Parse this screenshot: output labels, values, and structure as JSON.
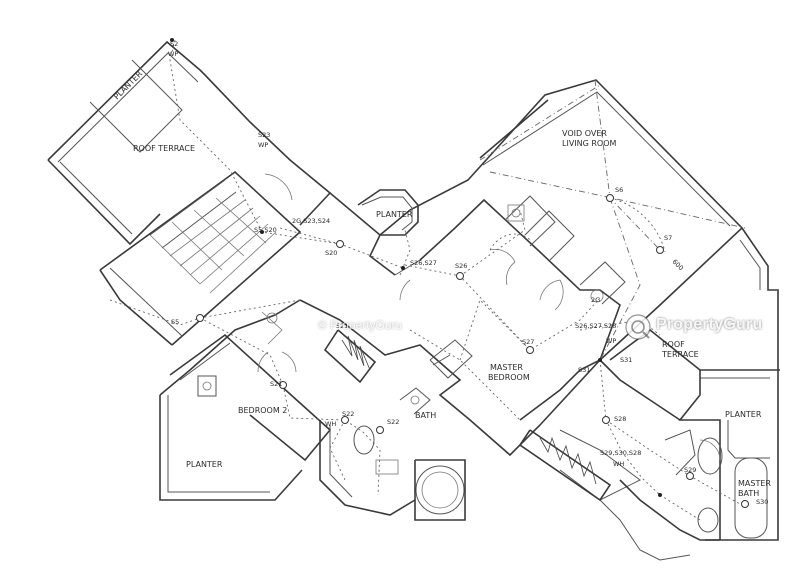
{
  "rooms": {
    "roof_terrace_top": "ROOF TERRACE",
    "planter_top": "PLANTER",
    "void_line1": "VOID OVER",
    "void_line2": "LIVING ROOM",
    "planter_mid": "PLANTER",
    "master_bedroom_line1": "MASTER",
    "master_bedroom_line2": "BEDROOM",
    "roof_terrace_right_line1": "ROOF",
    "roof_terrace_right_line2": "TERRACE",
    "bedroom2": "BEDROOM 2",
    "bath": "BATH",
    "planter_left": "PLANTER",
    "planter_right": "PLANTER",
    "master_bath_line1": "MASTER",
    "master_bath_line2": "BATH"
  },
  "switch_labels": {
    "s2_top": "S2",
    "wp_top": "WP",
    "s23_group": "S23",
    "wp_mid": "WP",
    "s5_s20": "S5,S20",
    "g2_s23_s24": "2G S23,S24",
    "s20": "S20",
    "s26_s27": "S26,S27",
    "s26": "S26",
    "s6": "S6",
    "s7": "S7",
    "s5": "S5",
    "s21_top": "S21",
    "s27": "S27",
    "s26_s27_s28": "S26,S27,S28",
    "wp_right": "WP",
    "s31_a": "S31",
    "s31_b": "S31",
    "s21": "S21",
    "s22_a": "S22",
    "s22_b": "S22",
    "wh_left": "WH",
    "s28": "S28",
    "s29_group": "S29,S30,S28",
    "wh_right": "WH",
    "s29": "S29",
    "s30": "S30",
    "dim_600": "600",
    "g2_right": "2G"
  },
  "watermark": {
    "brand": "PropertyGuru",
    "copyright": "© PropertyGuru"
  }
}
